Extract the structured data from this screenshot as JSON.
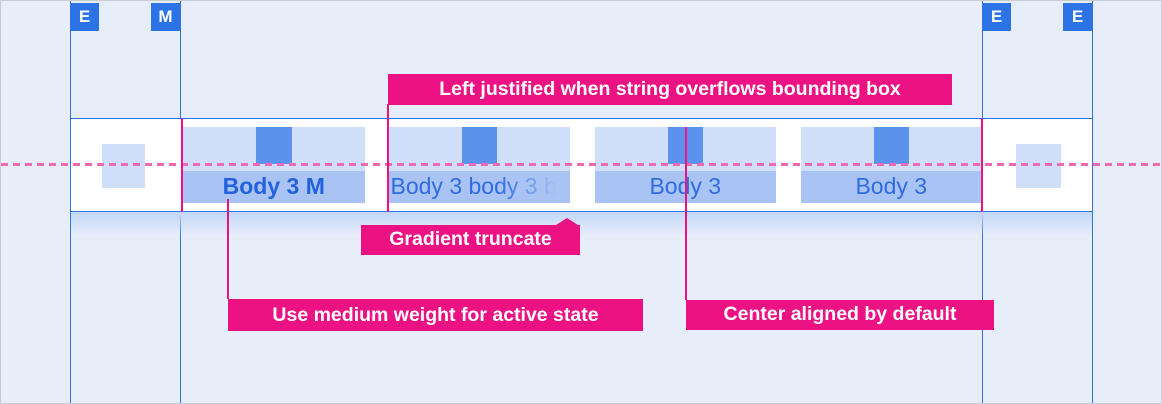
{
  "spec": {
    "markers": [
      {
        "label": "E"
      },
      {
        "label": "M"
      },
      {
        "label": "E"
      },
      {
        "label": "E"
      }
    ],
    "tabs": [
      {
        "label": "Body 3 M",
        "active": true
      },
      {
        "label": "Body 3 body 3 b",
        "truncated": true
      },
      {
        "label": "Body 3"
      },
      {
        "label": "Body 3"
      }
    ],
    "annotations": [
      {
        "text": "Left justified when string overflows bounding box"
      },
      {
        "text": "Gradient truncate"
      },
      {
        "text": "Use medium weight for active state"
      },
      {
        "text": "Center aligned by default"
      }
    ],
    "colors": {
      "background": "#e8edfa",
      "bar_background": "#ffffff",
      "guide_blue": "#2c74e6",
      "tab_fill_light": "#cfdff9",
      "tab_fill_medium": "#a9c4f4",
      "spacing_block_blue": "#5b92ee",
      "tab_text_blue": "#2f6ce2",
      "active_tab_text_blue": "#2361dd",
      "annotation_magenta": "#ec1283",
      "dashed_centerline_pink": "#ee6bb2"
    }
  }
}
